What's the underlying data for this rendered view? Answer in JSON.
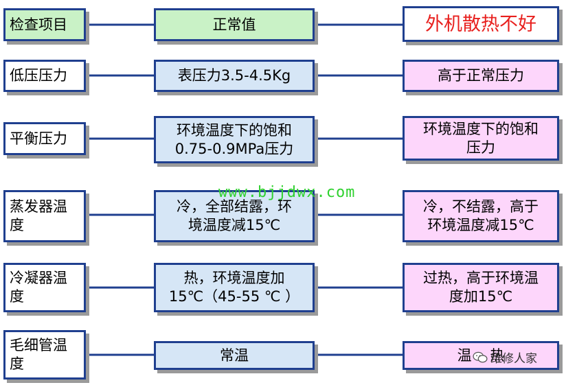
{
  "rows": [
    {
      "label": "检查项目",
      "normal": "正常值",
      "fault": "外机散热不好"
    },
    {
      "label": "低压压力",
      "normal": "表压力3.5-4.5Kg",
      "fault": "高于正常压力"
    },
    {
      "label": "平衡压力",
      "normal": "环境温度下的饱和\n0.75-0.9MPa压力",
      "fault": "环境温度下的饱和\n压力"
    },
    {
      "label": "蒸发器温\n度",
      "normal": "冷，全部结露，环\n境温度减15℃",
      "fault": "冷，不结露，高于\n环境温度减15℃"
    },
    {
      "label": "冷凝器温\n度",
      "normal": "热，环境温度加\n15℃（45-55 ℃ ）",
      "fault": "过热，高于环境温\n度加15℃"
    },
    {
      "label": "毛细管温\n度",
      "normal": "常温",
      "fault": "温    热"
    }
  ],
  "watermark": "www.bjjdwx.com",
  "wechat_label": "维修人家",
  "colors": {
    "border": "#1f3f8f",
    "header_fill": "#c9f2c6",
    "normal_fill": "#d6e6f6",
    "fault_fill": "#fdd6fb",
    "header_fault_text": "#e8201e",
    "watermark": "#2fd12f"
  }
}
